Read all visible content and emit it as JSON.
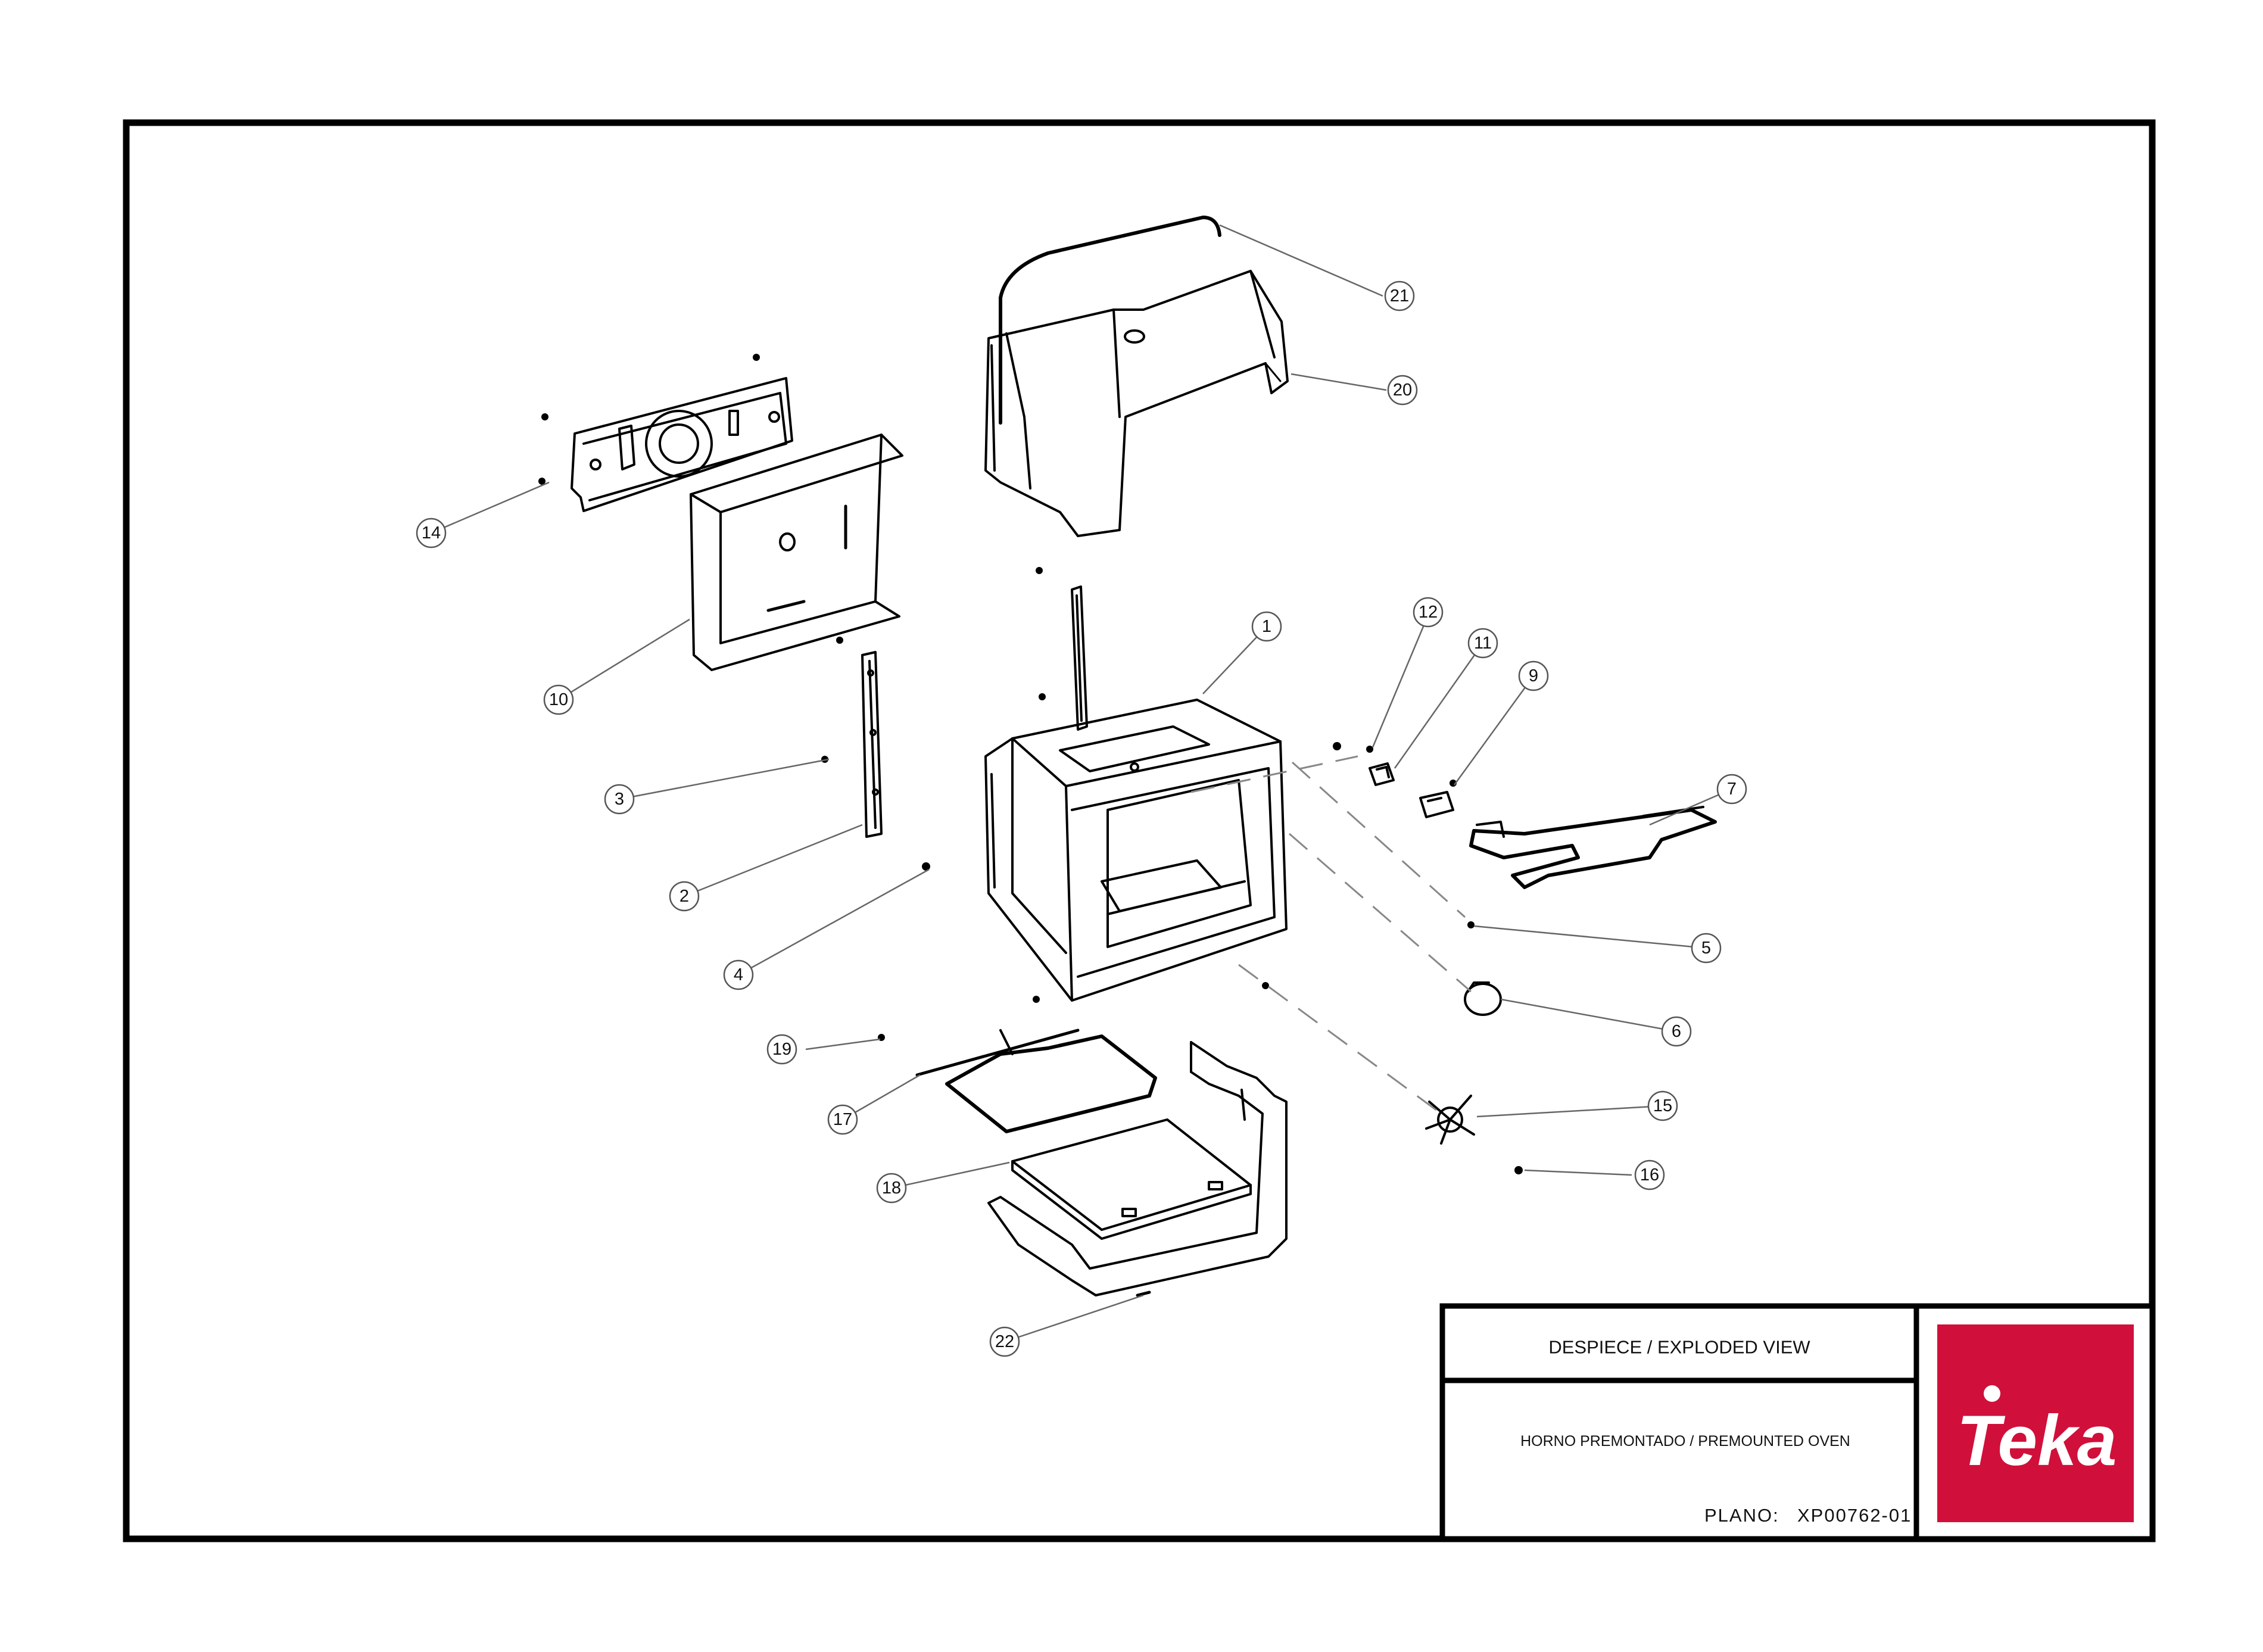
{
  "title_block": {
    "title": "DESPIECE / EXPLODED VIEW",
    "subtitle": "HORNO PREMONTADO / PREMOUNTED OVEN",
    "plano_label": "PLANO:",
    "plano_number": "XP00762-01",
    "logo_text": "Teka",
    "logo_color": "#d0103a"
  },
  "callouts": [
    "1",
    "2",
    "3",
    "4",
    "5",
    "6",
    "7",
    "9",
    "10",
    "11",
    "12",
    "14",
    "15",
    "16",
    "17",
    "18",
    "19",
    "20",
    "21",
    "22"
  ]
}
